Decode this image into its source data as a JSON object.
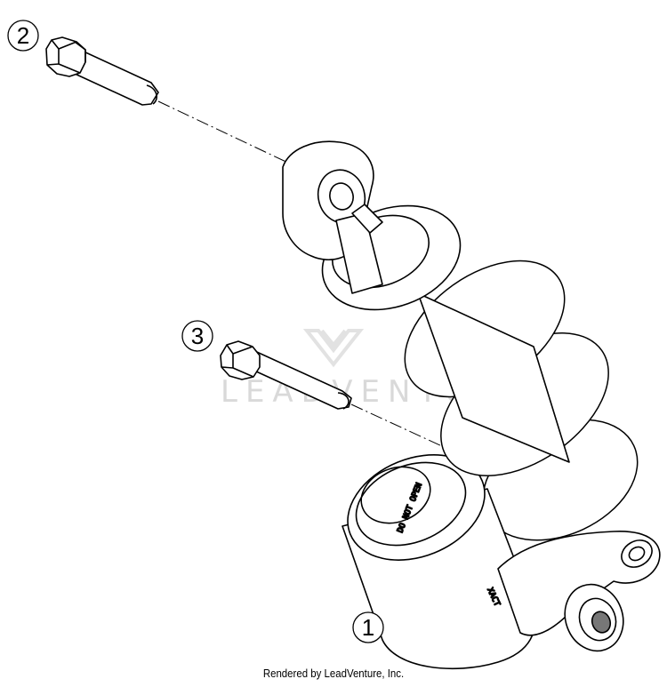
{
  "callouts": [
    {
      "number": "1"
    },
    {
      "number": "2"
    },
    {
      "number": "3"
    }
  ],
  "watermark": {
    "text": "LEADVENTURE"
  },
  "reservoir_cap_text": "DO NOT OPEN",
  "body_text": "XACT",
  "footer": {
    "credit": "Rendered by LeadVenture, Inc."
  }
}
